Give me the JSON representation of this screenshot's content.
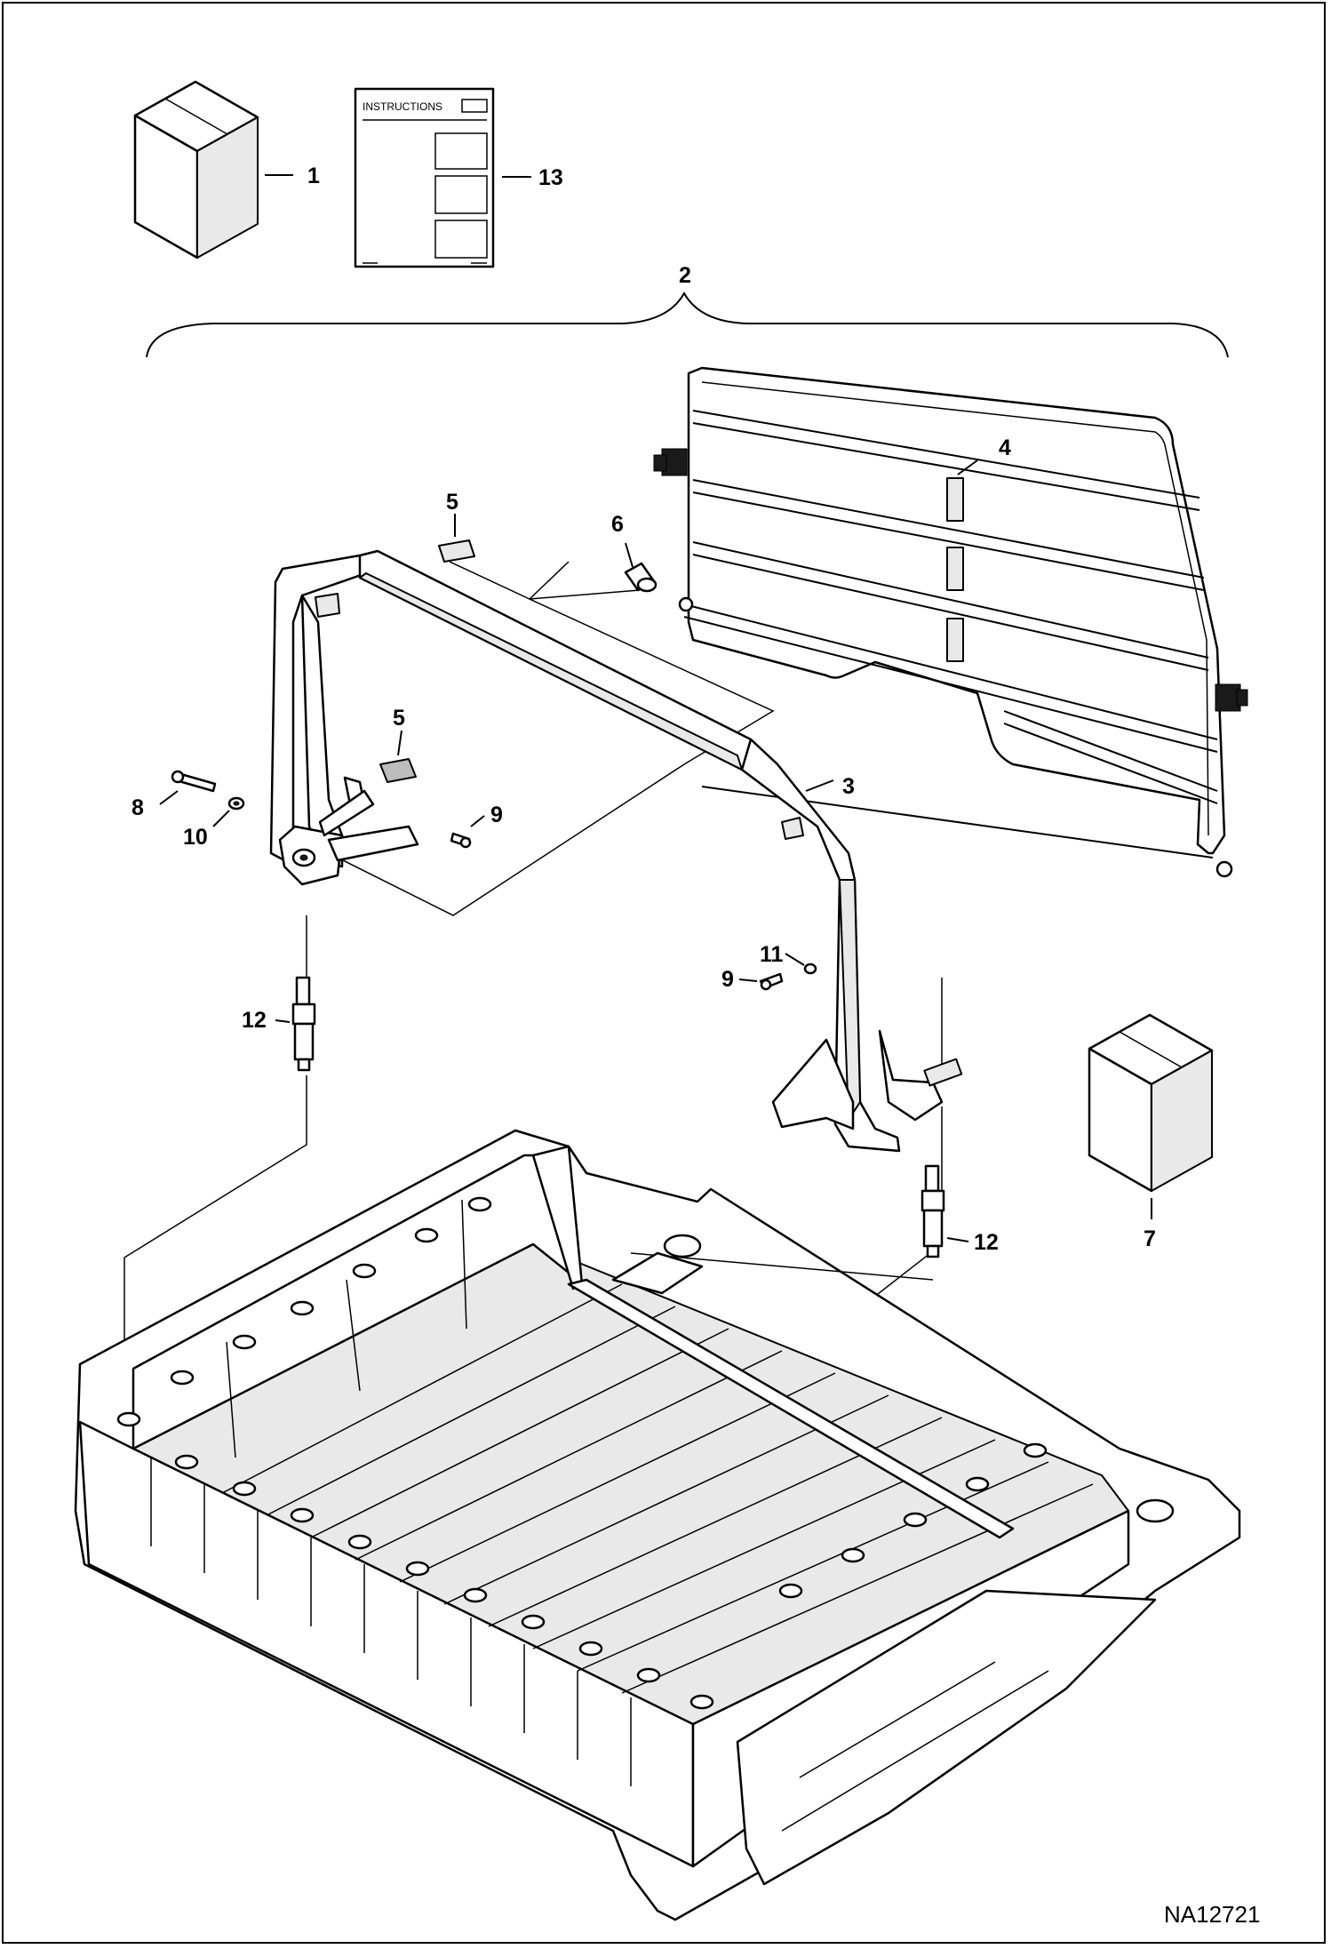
{
  "diagram": {
    "instructions_label": "INSTRUCTIONS",
    "reference_code": "NA12721",
    "callouts": {
      "c1": "1",
      "c2": "2",
      "c3": "3",
      "c4": "4",
      "c5a": "5",
      "c5b": "5",
      "c6": "6",
      "c7": "7",
      "c8": "8",
      "c9a": "9",
      "c9b": "9",
      "c10": "10",
      "c11": "11",
      "c12a": "12",
      "c12b": "12",
      "c13": "13"
    }
  }
}
